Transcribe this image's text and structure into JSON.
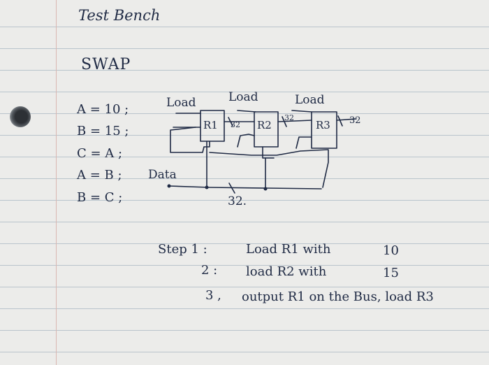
{
  "title": "Test Bench",
  "subtitle": "SWAP",
  "code_lines": [
    "A = 10 ;",
    "B = 15 ;",
    "C = A ;",
    "A = B ;",
    "B = C ;"
  ],
  "circuit": {
    "load_labels": [
      "Load",
      "Load",
      "Load"
    ],
    "registers": [
      "R1",
      "R2",
      "R3"
    ],
    "width_labels": [
      "32",
      "32",
      "32"
    ],
    "data_label": "Data",
    "bus_width": "32."
  },
  "steps": [
    {
      "num": "Step 1 :",
      "text": "Load  R1  with",
      "value": "10"
    },
    {
      "num": "2 :",
      "text": "load  R2  with",
      "value": "15"
    },
    {
      "num": "3 ,",
      "text": "output  R1  on  the  Bus,  load  R3",
      "value": ""
    }
  ]
}
